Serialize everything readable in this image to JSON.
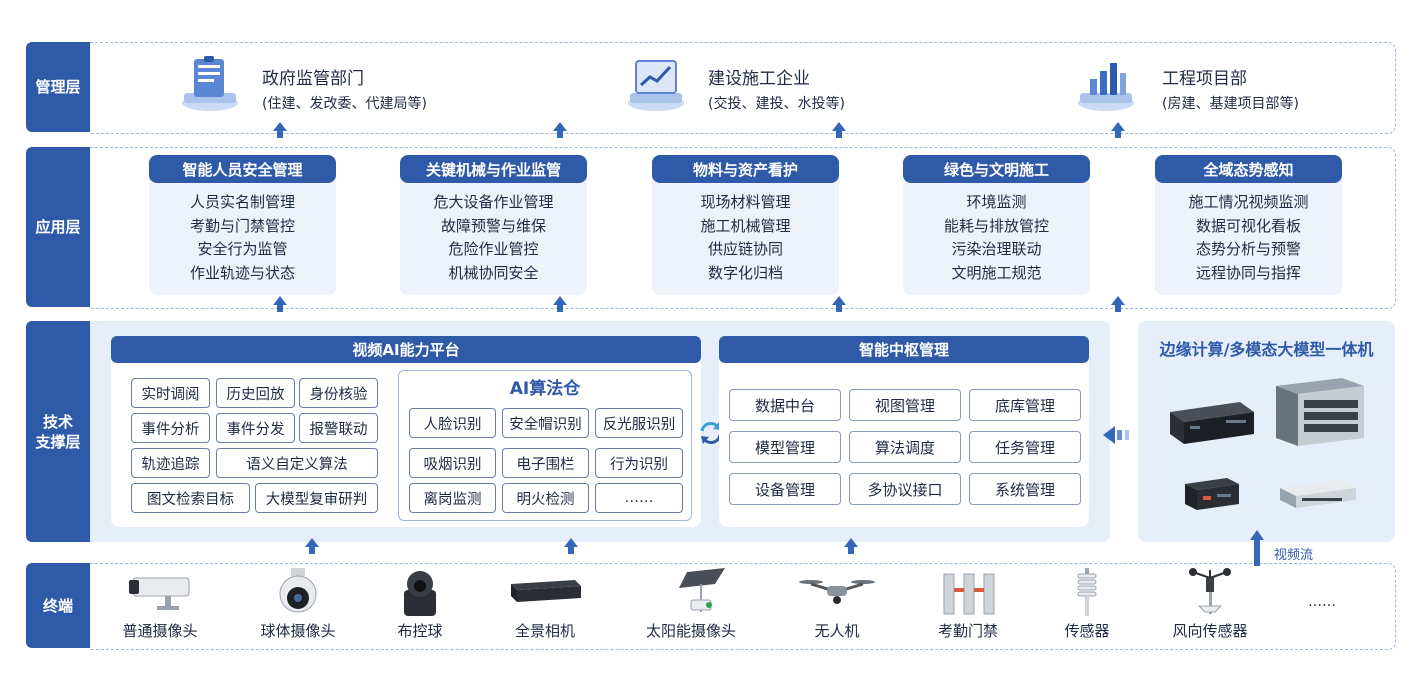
{
  "layers": {
    "management": "管理层",
    "application": "应用层",
    "tech": "技术\n支撑层",
    "terminal": "终端"
  },
  "management": [
    {
      "title": "政府监管部门",
      "subtitle": "(住建、发改委、代建局等)",
      "icon": "clipboard-icon"
    },
    {
      "title": "建设施工企业",
      "subtitle": "(交投、建投、水投等)",
      "icon": "chart-screen-icon"
    },
    {
      "title": "工程项目部",
      "subtitle": "(房建、基建项目部等)",
      "icon": "bar-chart-icon"
    }
  ],
  "applications": [
    {
      "title": "智能人员安全管理",
      "items": [
        "人员实名制管理",
        "考勤与门禁管控",
        "安全行为监管",
        "作业轨迹与状态"
      ]
    },
    {
      "title": "关键机械与作业监管",
      "items": [
        "危大设备作业管理",
        "故障预警与维保",
        "危险作业管控",
        "机械协同安全"
      ]
    },
    {
      "title": "物料与资产看护",
      "items": [
        "现场材料管理",
        "施工机械管理",
        "供应链协同",
        "数字化归档"
      ]
    },
    {
      "title": "绿色与文明施工",
      "items": [
        "环境监测",
        "能耗与排放管控",
        "污染治理联动",
        "文明施工规范"
      ]
    },
    {
      "title": "全域态势感知",
      "items": [
        "施工情况视频监测",
        "数据可视化看板",
        "态势分析与预警",
        "远程协同与指挥"
      ]
    }
  ],
  "video_platform": {
    "title": "视频AI能力平台",
    "features": [
      "实时调阅",
      "历史回放",
      "身份核验",
      "事件分析",
      "事件分发",
      "报警联动",
      "轨迹追踪",
      "语义自定义算法",
      "图文检索目标",
      "大模型复审研判"
    ],
    "algo_title": "AI算法仓",
    "algorithms": [
      "人脸识别",
      "安全帽识别",
      "反光服识别",
      "吸烟识别",
      "电子围栏",
      "行为识别",
      "离岗监测",
      "明火检测",
      "……"
    ]
  },
  "hub": {
    "title": "智能中枢管理",
    "items": [
      "数据中台",
      "视图管理",
      "底库管理",
      "模型管理",
      "算法调度",
      "任务管理",
      "设备管理",
      "多协议接口",
      "系统管理"
    ]
  },
  "edge": {
    "title": "边缘计算/多模态大模型一体机",
    "stream_label": "视频流"
  },
  "terminals": [
    "普通摄像头",
    "球体摄像头",
    "布控球",
    "全景相机",
    "太阳能摄像头",
    "无人机",
    "考勤门禁",
    "传感器",
    "风向传感器"
  ],
  "terminal_more": "……",
  "colors": {
    "accent": "#2f5aa8",
    "panel": "#e6eef9"
  }
}
